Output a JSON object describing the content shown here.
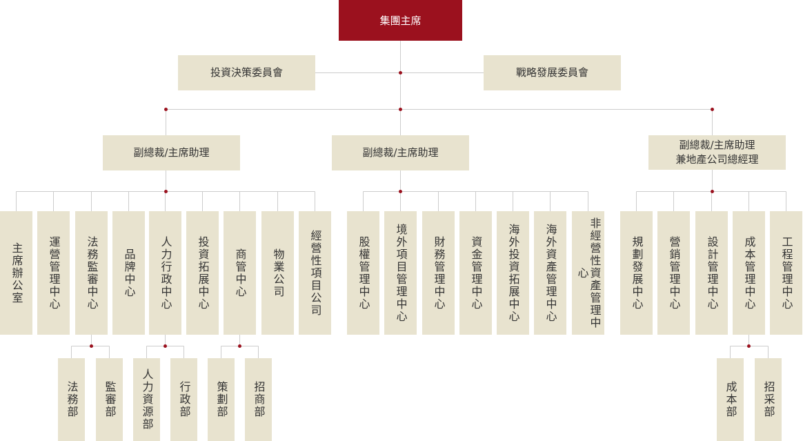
{
  "colors": {
    "top_fill": "#9b111e",
    "box_fill": "#e8e3cf",
    "line": "#cccccc",
    "dot": "#9b111e",
    "text": "#333333"
  },
  "chairman": "集團主席",
  "committees": {
    "left": "投資決策委員會",
    "right": "戰略發展委員會"
  },
  "vps": [
    {
      "title": "副總裁/主席助理",
      "centers": [
        {
          "label": "主席辦公室"
        },
        {
          "label": "運營管理中心"
        },
        {
          "label": "法務監審中心",
          "children": [
            "法務部",
            "監審部"
          ]
        },
        {
          "label": "品牌中心"
        },
        {
          "label": "人力行政中心",
          "children": [
            "人力資源部",
            "行政部"
          ]
        },
        {
          "label": "投資拓展中心"
        },
        {
          "label": "商管中心",
          "children": [
            "策劃部",
            "招商部"
          ]
        },
        {
          "label": "物業公司"
        },
        {
          "label": "經營性項目公司"
        }
      ]
    },
    {
      "title": "副總裁/主席助理",
      "centers": [
        {
          "label": "股權管理中心"
        },
        {
          "label": "境外項目管理中心"
        },
        {
          "label": "財務管理中心"
        },
        {
          "label": "資金管理中心"
        },
        {
          "label": "海外投資拓展中心"
        },
        {
          "label": "海外資產管理中心"
        },
        {
          "label": "非經營性資產管理中心"
        }
      ]
    },
    {
      "title": "副總裁/主席助理\n兼地產公司總經理",
      "centers": [
        {
          "label": "規劃發展中心"
        },
        {
          "label": "營銷管理中心"
        },
        {
          "label": "設計管理中心"
        },
        {
          "label": "成本管理中心",
          "children": [
            "成本部",
            "招采部"
          ]
        },
        {
          "label": "工程管理中心"
        }
      ]
    }
  ]
}
